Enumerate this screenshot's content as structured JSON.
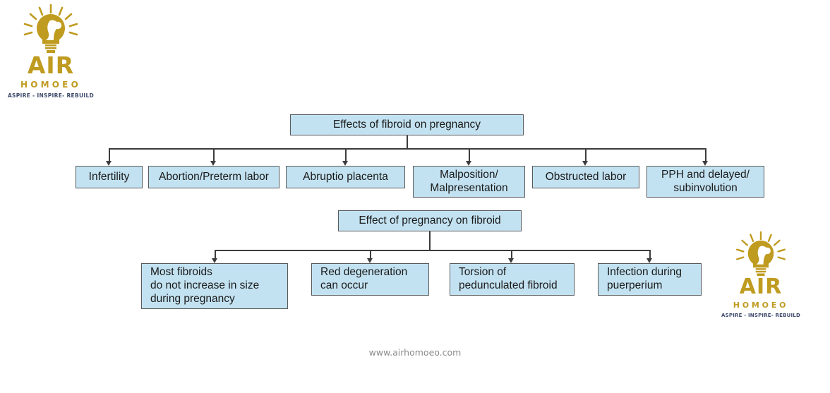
{
  "brand": {
    "name": "AIR",
    "sub": "HOMOEO",
    "tagline": "ASPIRE - INSPIRE- REBUILD",
    "gold": "#bf9b20",
    "tagline_color": "#3d4a6b",
    "logo_icon": "lightbulb-with-rays-and-woman-profile-icon"
  },
  "footer": {
    "url": "www.airhomoeo.com"
  },
  "theme": {
    "node_fill": "#c3e2f1",
    "node_border": "#5a5a5a",
    "connector": "#3c3c3c",
    "text": "#1a1a1a",
    "background": "#ffffff"
  },
  "chart_data": {
    "type": "diagram",
    "title": "Effects of fibroid on pregnancy / Effect of pregnancy on fibroid",
    "orientation": "top-down tree",
    "sections": [
      {
        "root": "Effects of fibroid on pregnancy",
        "children": [
          "Infertility",
          "Abortion/Preterm labor",
          "Abruptio placenta",
          "Malposition/\nMalpresentation",
          "Obstructed labor",
          "PPH and delayed/\nsubinvolution"
        ]
      },
      {
        "root": "Effect of pregnancy on fibroid",
        "children": [
          "Most fibroids\ndo not increase in size\nduring pregnancy",
          "Red degeneration\ncan occur",
          "Torsion of\npedunculated fibroid",
          "Infection during\npuerperium"
        ]
      }
    ]
  },
  "diagram": {
    "section1": {
      "root": "Effects of fibroid on pregnancy",
      "children": [
        "Infertility",
        "Abortion/Preterm labor",
        "Abruptio placenta",
        "Malposition/\nMalpresentation",
        "Obstructed labor",
        "PPH and delayed/\nsubinvolution"
      ]
    },
    "section2": {
      "root": "Effect of pregnancy on fibroid",
      "children": [
        "Most fibroids\ndo not increase in size\nduring pregnancy",
        "Red degeneration\ncan occur",
        "Torsion of\npedunculated fibroid",
        "Infection during\npuerperium"
      ]
    }
  }
}
